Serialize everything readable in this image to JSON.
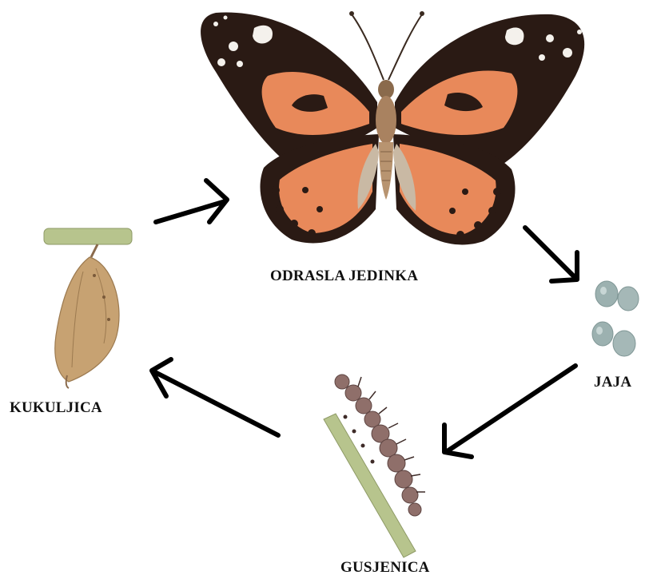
{
  "diagram": {
    "stages": {
      "adult": "ODRASLA JEDINKA",
      "eggs": "JAJA",
      "larva": "GUSJENICA",
      "pupa": "KUKULJICA"
    },
    "colors": {
      "wing_dark": "#2a1a14",
      "wing_orange": "#e8895a",
      "wing_white": "#f4f1ec",
      "body_tan": "#a98260",
      "egg": "#9cb1b0",
      "stem": "#b7c48d",
      "chrysalis": "#c7a272",
      "caterpillar": "#8f6f6a",
      "arrow": "#000000"
    }
  }
}
